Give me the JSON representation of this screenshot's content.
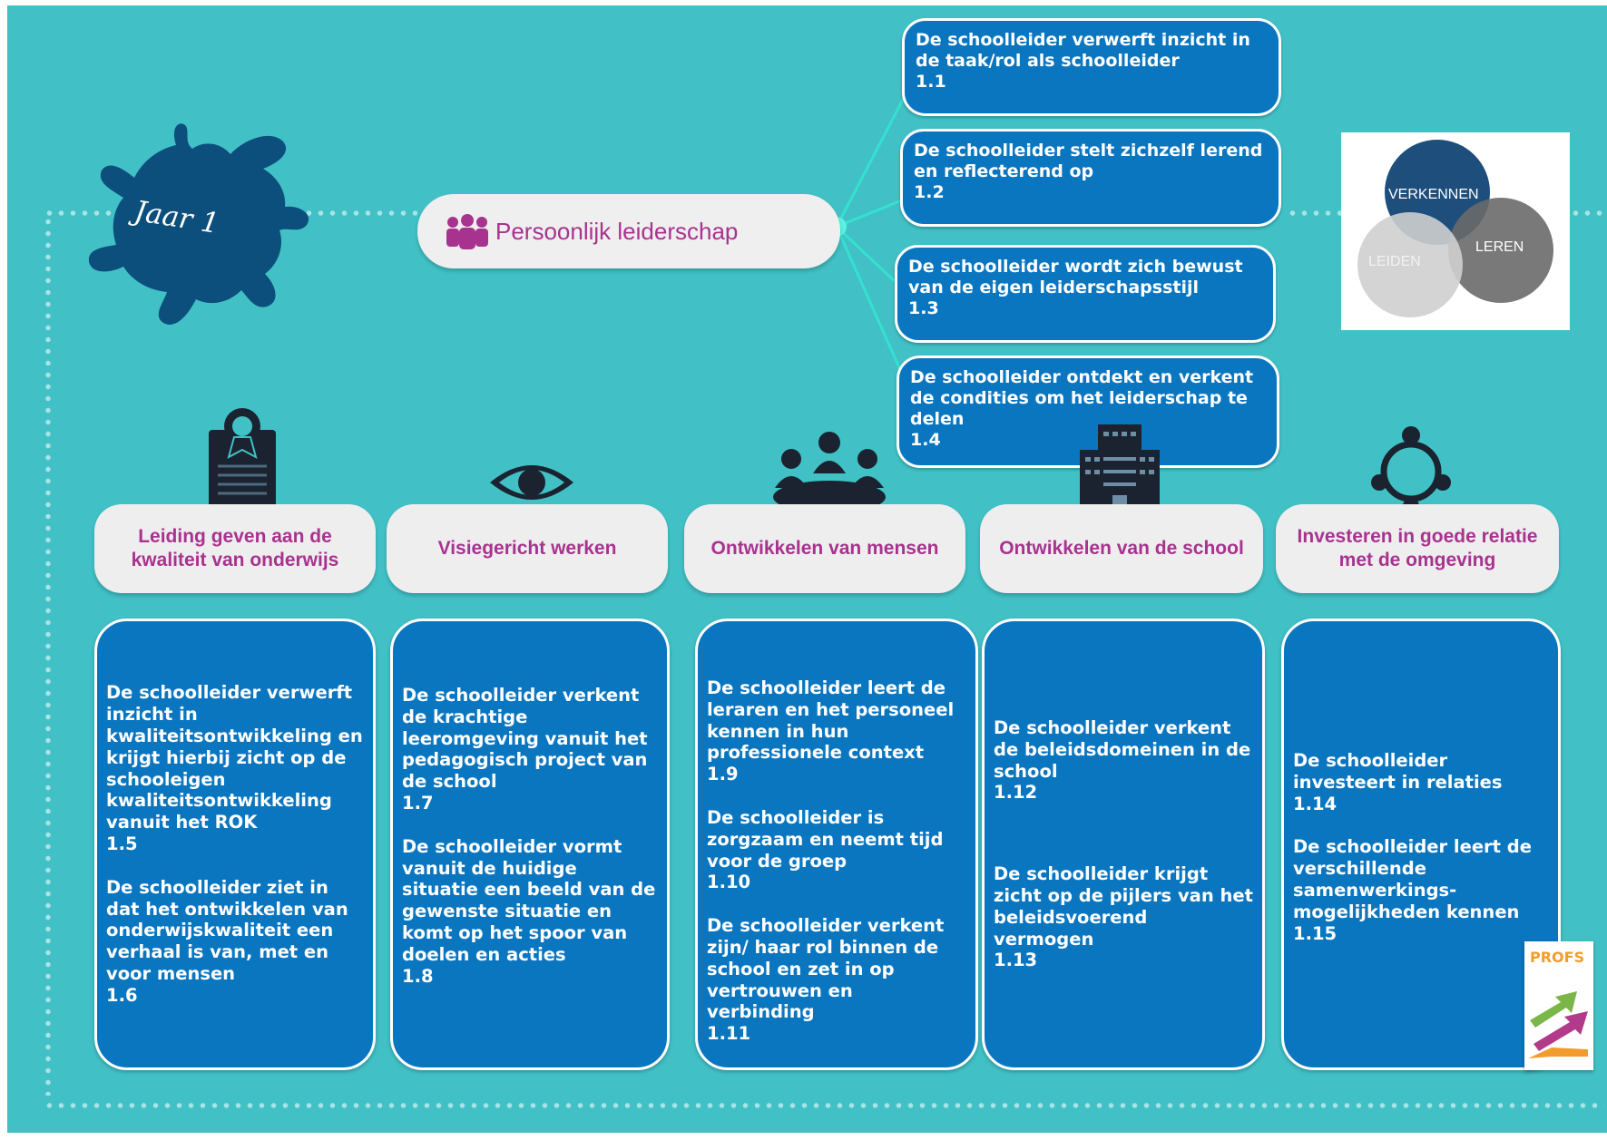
{
  "year": {
    "label": "Jaar 1"
  },
  "central": {
    "label": "Persoonlijk leiderschap",
    "icon": "people-group-icon"
  },
  "goals": [
    {
      "text": "De schoolleider verwerft inzicht in de taak/rol als schoolleider",
      "code": "1.1"
    },
    {
      "text": "De schoolleider stelt zichzelf lerend en reflecterend op",
      "code": "1.2"
    },
    {
      "text": "De schoolleider wordt zich bewust van de eigen leiderschapsstijl",
      "code": "1.3"
    },
    {
      "text": "De schoolleider ontdekt en verkent de condities om het leiderschap te delen",
      "code": "1.4"
    }
  ],
  "venn": {
    "labels": [
      "VERKENNEN",
      "LEREN",
      "LEIDEN"
    ]
  },
  "domains": [
    {
      "title": "Leiding geven aan de kwaliteit van onderwijs",
      "icon": "certificate-icon",
      "items": [
        {
          "text": "De schoolleider verwerft inzicht in kwaliteitsontwikkeling en krijgt hierbij zicht op de schooleigen kwaliteitsontwikkeling vanuit het ROK",
          "code": "1.5"
        },
        {
          "text": "De schoolleider ziet in dat het ontwikkelen van onderwijskwaliteit een verhaal is van, met en voor mensen",
          "code": "1.6"
        }
      ]
    },
    {
      "title": "Visiegericht werken",
      "icon": "eye-icon",
      "items": [
        {
          "text": "De schoolleider verkent de krachtige leeromgeving vanuit het pedagogisch project van de school",
          "code": "1.7"
        },
        {
          "text": "De schoolleider vormt vanuit de huidige situatie een beeld van de gewenste situatie en komt op het spoor van doelen en acties",
          "code": "1.8"
        }
      ]
    },
    {
      "title": "Ontwikkelen van mensen",
      "icon": "meeting-table-icon",
      "items": [
        {
          "text": "De schoolleider leert de leraren en het personeel kennen in hun professionele context",
          "code": "1.9"
        },
        {
          "text": "De schoolleider is zorgzaam en neemt tijd voor de groep",
          "code": "1.10"
        },
        {
          "text": "De schoolleider verkent zijn/ haar rol binnen de school en zet in op vertrouwen en verbinding",
          "code": "1.11"
        }
      ]
    },
    {
      "title": "Ontwikkelen van de school",
      "icon": "school-building-icon",
      "items": [
        {
          "text": "De schoolleider verkent de beleidsdomeinen in de school",
          "code": "1.12"
        },
        {
          "text": "De schoolleider krijgt zicht op de pijlers van het beleidsvoerend vermogen",
          "code": "1.13"
        }
      ]
    },
    {
      "title": "Investeren in goede relatie met de omgeving",
      "icon": "people-circle-icon",
      "items": [
        {
          "text": "De schoolleider investeert in relaties",
          "code": "1.14"
        },
        {
          "text": "De schoolleider leert de verschillende samenwerkings-mogelijkheden kennen",
          "code": "1.15"
        }
      ]
    }
  ],
  "book": {
    "title": "PROFS"
  },
  "colors": {
    "background": "#41c1c6",
    "box": "#0a76c0",
    "heading": "#a8338f",
    "splash": "#0d4f7c"
  }
}
